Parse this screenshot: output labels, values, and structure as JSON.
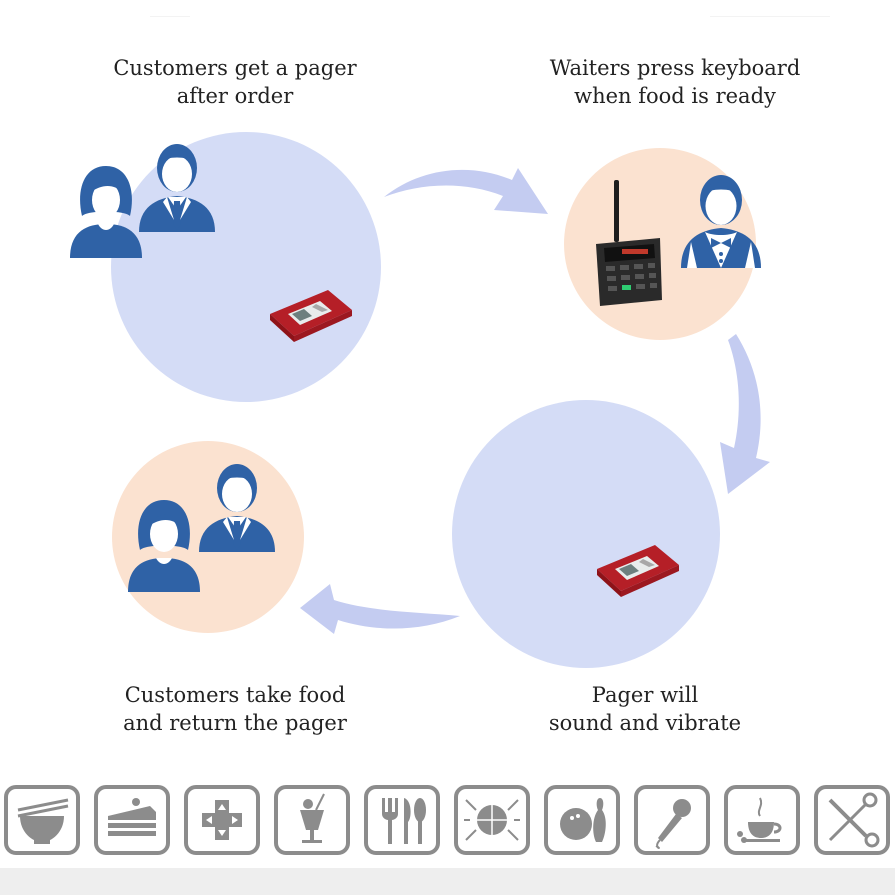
{
  "steps": [
    {
      "line1": "Customers get a pager",
      "line2": "after order"
    },
    {
      "line1": "Waiters press keyboard",
      "line2": "when food is ready"
    },
    {
      "line1": "Customers take food",
      "line2": "and return the pager"
    },
    {
      "line1": "Pager will",
      "line2": "sound and vibrate"
    }
  ],
  "icons": [
    "noodle-bowl-icon",
    "cake-icon",
    "game-controller-icon",
    "cocktail-icon",
    "cutlery-icon",
    "disco-ball-icon",
    "bowling-icon",
    "microphone-icon",
    "coffee-cup-icon",
    "scissors-comb-icon"
  ],
  "colors": {
    "blue_circle": "#d4dcf6",
    "peach_circle": "#fbe2d0",
    "person_blue": "#2f62a6",
    "arrow": "#c4ccf1",
    "pager_red": "#c8272f",
    "icon_gray": "#8c8c8c"
  }
}
